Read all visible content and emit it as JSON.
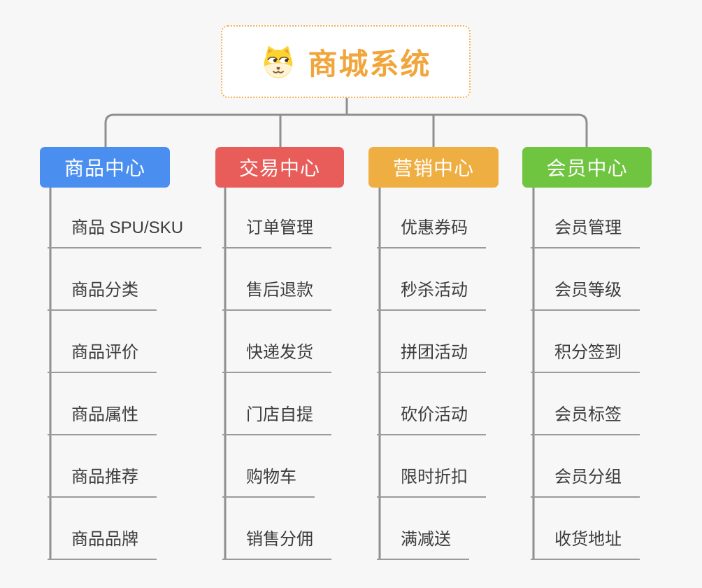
{
  "root": {
    "label": "商城系统",
    "icon": "dog-icon",
    "text_color": "#F0A63C",
    "border_color": "#F4B35A"
  },
  "branches": [
    {
      "label": "商品中心",
      "color": "#4A8FEF",
      "children": [
        "商品 SPU/SKU",
        "商品分类",
        "商品评价",
        "商品属性",
        "商品推荐",
        "商品品牌"
      ]
    },
    {
      "label": "交易中心",
      "color": "#E85D5A",
      "children": [
        "订单管理",
        "售后退款",
        "快递发货",
        "门店自提",
        "购物车",
        "销售分佣"
      ]
    },
    {
      "label": "营销中心",
      "color": "#EFAE42",
      "children": [
        "优惠券码",
        "秒杀活动",
        "拼团活动",
        "砍价活动",
        "限时折扣",
        "满减送"
      ]
    },
    {
      "label": "会员中心",
      "color": "#6FC440",
      "children": [
        "会员管理",
        "会员等级",
        "积分签到",
        "会员标签",
        "会员分组",
        "收货地址"
      ]
    }
  ],
  "connector_color": "#8F8F8F",
  "background_color": "#F7F7F7",
  "child_text_color": "#3C3C3C"
}
